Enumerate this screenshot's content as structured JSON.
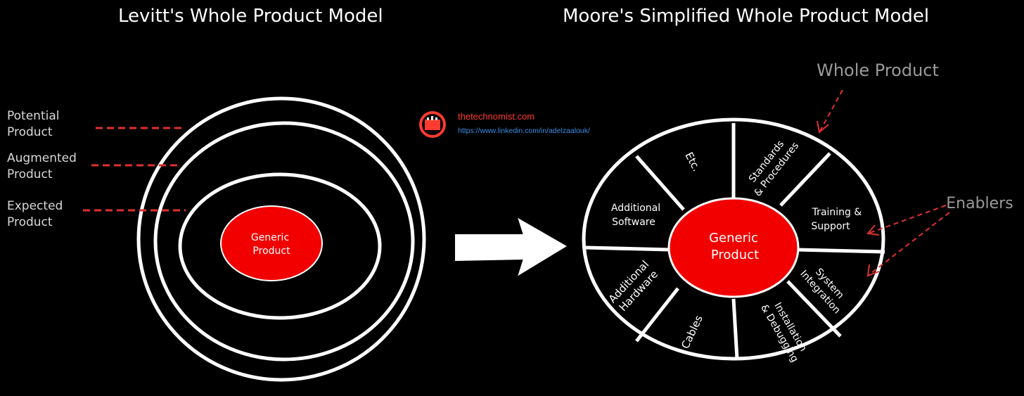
{
  "left_title": "Levitt's Whole Product Model",
  "right_title": "Moore's Simplified Whole Product Model",
  "levitt": {
    "labels": [
      {
        "line1": "Potential",
        "line2": "Product"
      },
      {
        "line1": "Augmented",
        "line2": "Product"
      },
      {
        "line1": "Expected",
        "line2": "Product"
      }
    ],
    "core": {
      "line1": "Generic",
      "line2": "Product"
    }
  },
  "moore": {
    "core": {
      "line1": "Generic",
      "line2": "Product"
    },
    "segments": [
      {
        "lines": [
          "Standards",
          "& Procedures"
        ]
      },
      {
        "lines": [
          "Training &",
          "Support"
        ]
      },
      {
        "lines": [
          "System",
          "Integration"
        ]
      },
      {
        "lines": [
          "Installation",
          "& Debugging"
        ]
      },
      {
        "lines": [
          "Cables"
        ]
      },
      {
        "lines": [
          "Additional",
          "Hardware"
        ]
      },
      {
        "lines": [
          "Additional",
          "Software"
        ]
      },
      {
        "lines": [
          "Etc."
        ]
      }
    ],
    "whole_product_label": "Whole Product",
    "enablers_label": "Enablers"
  },
  "watermark": {
    "site": "thetechnomist.com",
    "link": "https://www.linkedin.com/in/adelzaalouk/"
  },
  "colors": {
    "background": "#000000",
    "accent_red": "#f20000",
    "dash_red": "#e03030",
    "gray_label": "#9a9a9a"
  }
}
